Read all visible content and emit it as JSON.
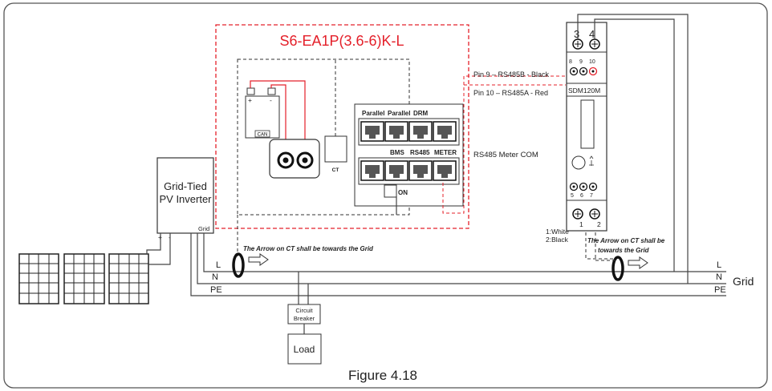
{
  "inverter_model": "S6-EA1P(3.6-6)K-L",
  "pv_inverter": {
    "line1": "Grid-Tied",
    "line2": "PV Inverter",
    "grid_port": "Grid",
    "plus": "+",
    "minus": "-"
  },
  "battery": {
    "plus": "+",
    "minus": "-",
    "can": "CAN"
  },
  "ct_box": "CT",
  "ports": {
    "row1": [
      "Parallel",
      "Parallel",
      "DRM"
    ],
    "row2": [
      "BMS",
      "RS485",
      "METER"
    ],
    "switch": "ON"
  },
  "meter": {
    "model": "SDM120M",
    "top_terminals": [
      "3",
      "4"
    ],
    "comm_terminals": [
      "8",
      "9",
      "10"
    ],
    "mid_terminals": [
      "5",
      "6",
      "7"
    ],
    "bottom_terminals": [
      "1",
      "2"
    ]
  },
  "labels": {
    "pin9": "Pin 9 – RS485B - Black",
    "pin10": "Pin 10 – RS485A - Red",
    "rs485_meter": "RS485   Meter COM",
    "ct_note_left": "The Arrow on CT shall be towards the Grid",
    "ct_note_right_1": "The Arrow on CT shall be",
    "ct_note_right_2": "towards the Grid",
    "white": "1:White",
    "black": "2:Black",
    "pv_dots": "ooo"
  },
  "lines": {
    "L": "L",
    "N": "N",
    "PE": "PE",
    "grid": "Grid"
  },
  "breaker": {
    "line1": "Circuit",
    "line2": "Breaker"
  },
  "load": "Load",
  "figure_caption": "Figure 4.18",
  "colors": {
    "accent_red": "#e4202a",
    "line": "#444444"
  }
}
